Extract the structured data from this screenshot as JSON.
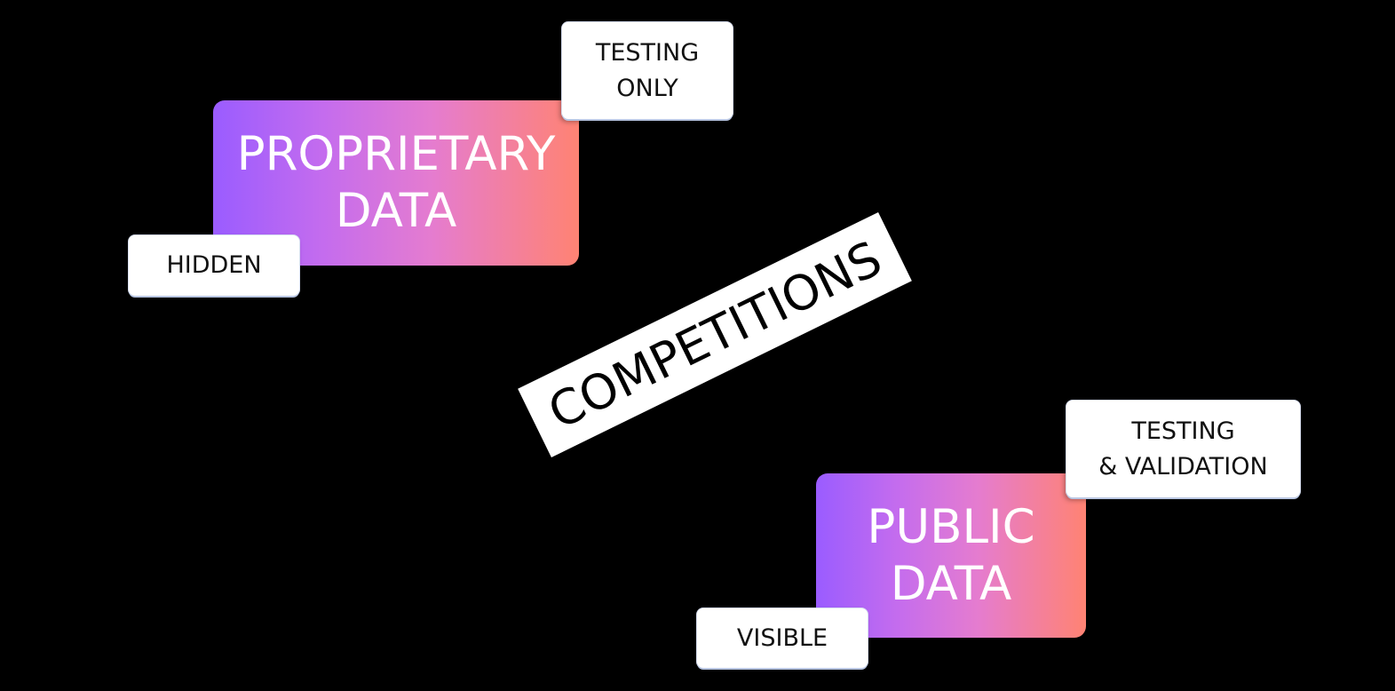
{
  "diagram": {
    "center_label": "COMPETITIONS",
    "nodes": [
      {
        "id": "proprietary",
        "lines": [
          "PROPRIETARY",
          "DATA"
        ],
        "tags": {
          "top_right": [
            "TESTING",
            "ONLY"
          ],
          "bottom_left": [
            "HIDDEN"
          ]
        }
      },
      {
        "id": "public",
        "lines": [
          "PUBLIC",
          "DATA"
        ],
        "tags": {
          "top_right": [
            "TESTING",
            "& VALIDATION"
          ],
          "bottom_left": [
            "VISIBLE"
          ]
        }
      }
    ]
  },
  "colors": {
    "background": "#000000",
    "gradient_start": "#9a5cff",
    "gradient_end": "#ff8373",
    "tag_background": "#ffffff",
    "banner_background": "#ffffff"
  }
}
